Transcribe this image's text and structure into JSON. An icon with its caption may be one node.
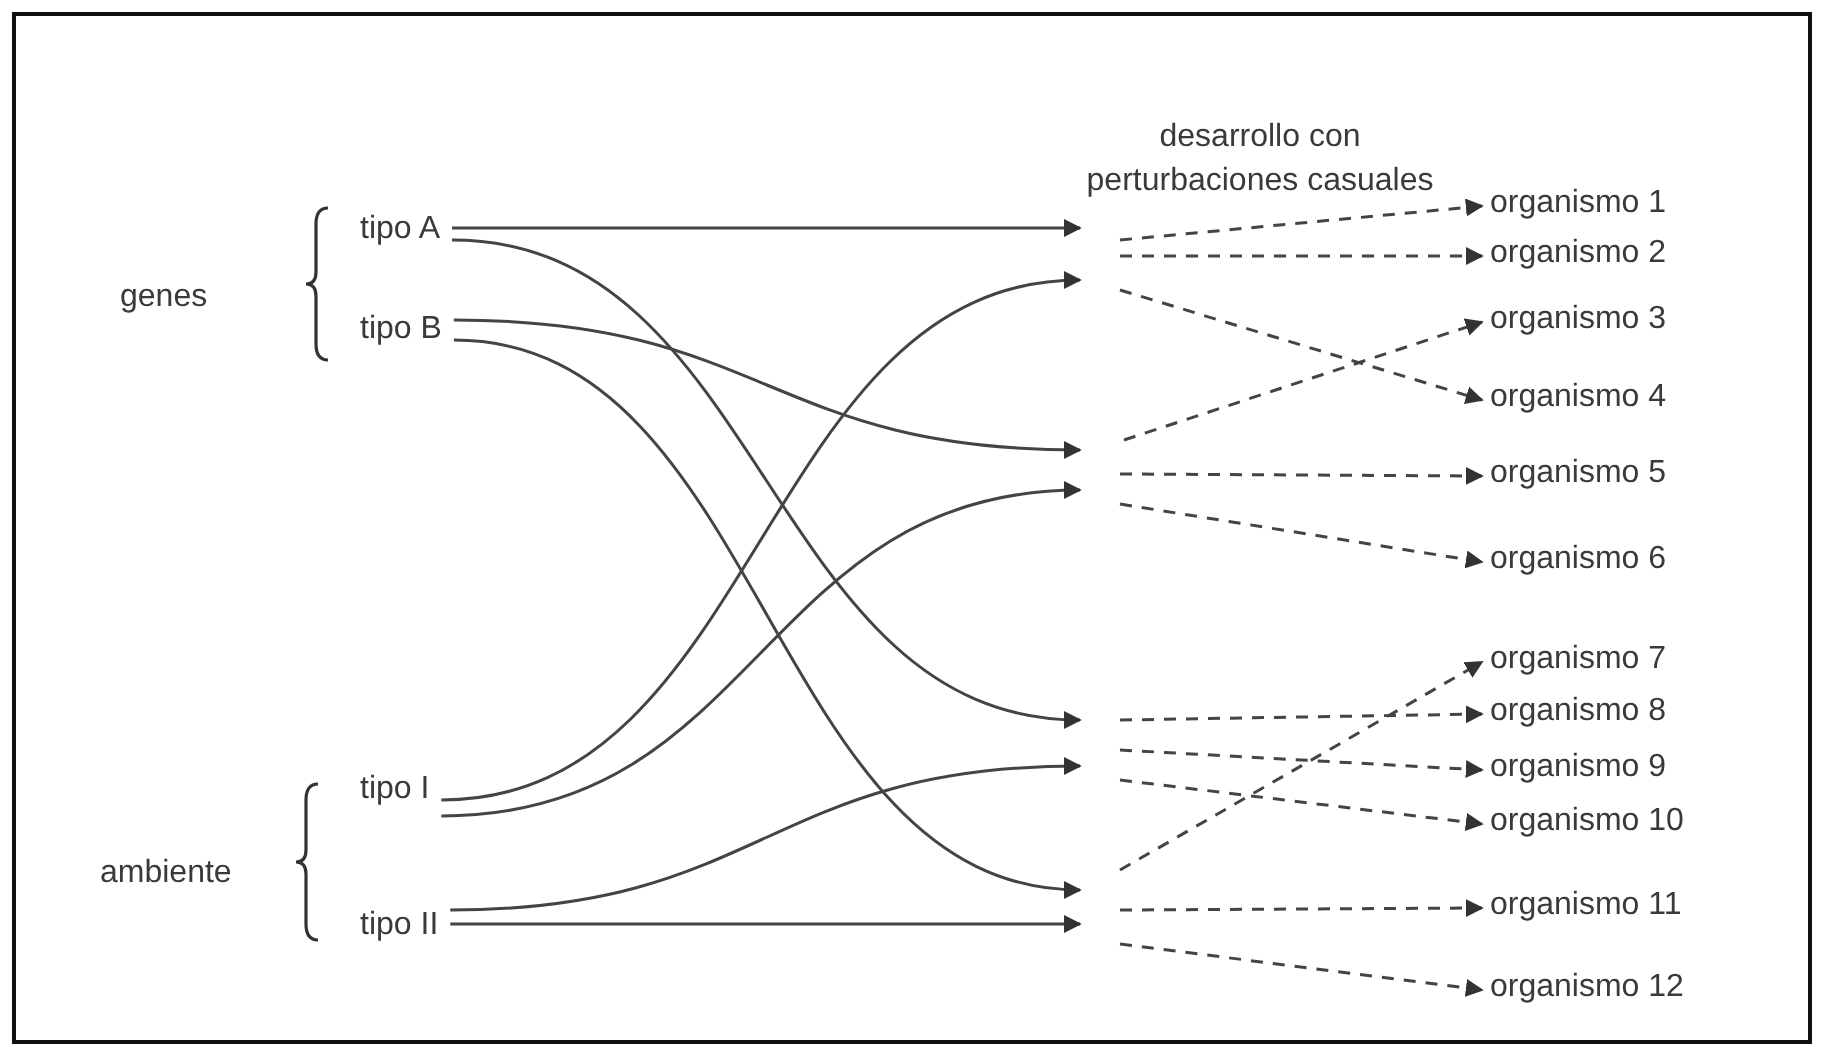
{
  "diagram": {
    "title": "desarrollo con perturbaciones casuales",
    "nodes": [
      {
        "text": [
          "tipo A"
        ]
      },
      {
        "text": [
          "tipo B"
        ]
      },
      {
        "text": [
          "tipo I"
        ]
      },
      {
        "text": [
          "tipo II"
        ]
      },
      {
        "text": [
          "organismo 1"
        ]
      },
      {
        "text": [
          "organismo 2"
        ]
      },
      {
        "text": [
          "organismo 3"
        ]
      },
      {
        "text": [
          "organismo 4"
        ]
      },
      {
        "text": [
          "organismo 5"
        ]
      },
      {
        "text": [
          "organismo 6"
        ]
      },
      {
        "text": [
          "organismo 7"
        ]
      },
      {
        "text": [
          "organismo 8"
        ]
      },
      {
        "text": [
          "organismo 9"
        ]
      },
      {
        "text": [
          "organismo 10"
        ]
      },
      {
        "text": [
          "organismo 11"
        ]
      },
      {
        "text": [
          "organismo 12"
        ]
      }
    ],
    "edges": [
      {
        "from": 0,
        "to": null,
        "arrow": "to"
      },
      {
        "from": 2,
        "to": null,
        "arrow": "to"
      },
      {
        "from": 1,
        "to": null,
        "arrow": "to"
      },
      {
        "from": 2,
        "to": null,
        "arrow": "to"
      },
      {
        "from": 0,
        "to": null,
        "arrow": "to"
      },
      {
        "from": 3,
        "to": null,
        "arrow": "to"
      },
      {
        "from": 1,
        "to": null,
        "arrow": "to"
      },
      {
        "from": 3,
        "to": null,
        "arrow": "to"
      },
      {
        "from": null,
        "to": 4,
        "arrow": "to",
        "style": "dashed"
      },
      {
        "from": null,
        "to": 5,
        "arrow": "to",
        "style": "dashed"
      },
      {
        "from": null,
        "to": 7,
        "arrow": "to",
        "style": "dashed"
      },
      {
        "from": null,
        "to": 6,
        "arrow": "to",
        "style": "dashed"
      },
      {
        "from": null,
        "to": 8,
        "arrow": "to",
        "style": "dashed"
      },
      {
        "from": null,
        "to": 9,
        "arrow": "to",
        "style": "dashed"
      },
      {
        "from": null,
        "to": 11,
        "arrow": "to",
        "style": "dashed"
      },
      {
        "from": null,
        "to": 12,
        "arrow": "to",
        "style": "dashed"
      },
      {
        "from": null,
        "to": 13,
        "arrow": "to",
        "style": "dashed"
      },
      {
        "from": null,
        "to": 10,
        "arrow": "to",
        "style": "dashed"
      },
      {
        "from": null,
        "to": 14,
        "arrow": "to",
        "style": "dashed"
      },
      {
        "from": null,
        "to": 15,
        "arrow": "to",
        "style": "dashed"
      }
    ],
    "labels": [
      "genes",
      "ambiente"
    ]
  }
}
